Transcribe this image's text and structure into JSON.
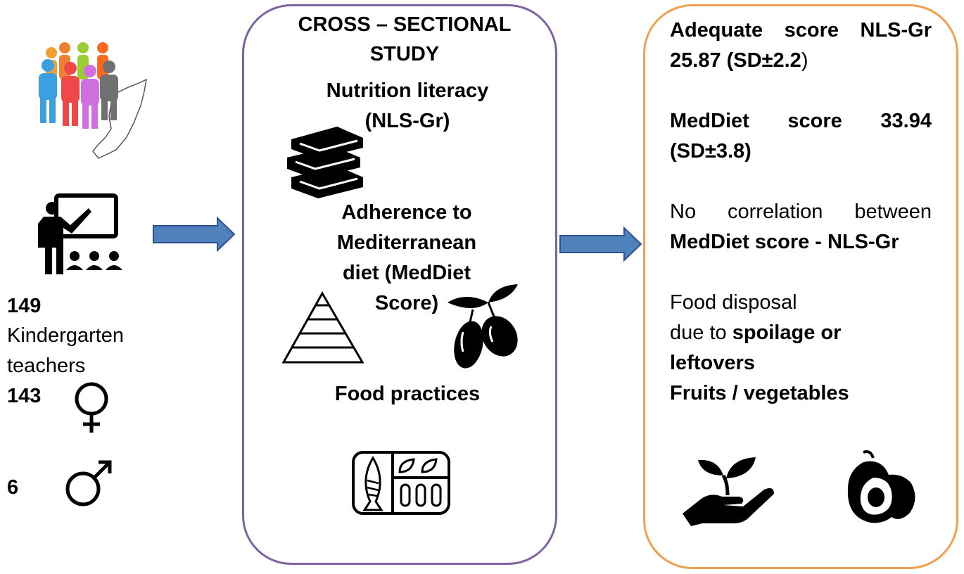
{
  "colors": {
    "middle_border": "#8064a2",
    "right_border": "#f0a050",
    "arrow_fill": "#4f81bd",
    "arrow_stroke": "#2f528f"
  },
  "left": {
    "participants_count": "149",
    "participants_label_1": "Kindergarten",
    "participants_label_2": "teachers",
    "female_count": "143",
    "male_count": "6",
    "icons": [
      "people-group-icon",
      "teacher-icon",
      "female-symbol-icon",
      "male-symbol-icon"
    ]
  },
  "middle": {
    "title_line1": "CROSS – SECTIONAL",
    "title_line2": "STUDY",
    "item1_line1": "Nutrition literacy",
    "item1_line2": "(NLS-Gr)",
    "item2_line1": "Adherence to",
    "item2_line2": "Mediterranean",
    "item2_line3": "diet (MedDiet",
    "item2_line4": "Score)",
    "item3": "Food practices",
    "icons": [
      "books-icon",
      "pyramid-icon",
      "olives-icon",
      "food-tray-icon"
    ]
  },
  "right": {
    "r1_w1": "Adequate",
    "r1_w2": "score",
    "r1_w3": "NLS-Gr",
    "r1_line2_bold": "25.87 (SD±2.2",
    "r1_line2_paren": ")",
    "r2_w1": "MedDiet",
    "r2_w2": "score",
    "r2_w3": "33.94",
    "r2_line2": "(SD±3.8)",
    "r3_w1": "No",
    "r3_w2": "correlation",
    "r3_w3": "between",
    "r3_line2": "MedDiet score - NLS-Gr",
    "r4_line1": "Food disposal",
    "r4_line2_normal": "due to ",
    "r4_line2_bold": "spoilage or",
    "r4_line3": "leftovers",
    "r4_line4": "Fruits / vegetables",
    "icons": [
      "plant-hand-icon",
      "avocado-icon"
    ]
  }
}
